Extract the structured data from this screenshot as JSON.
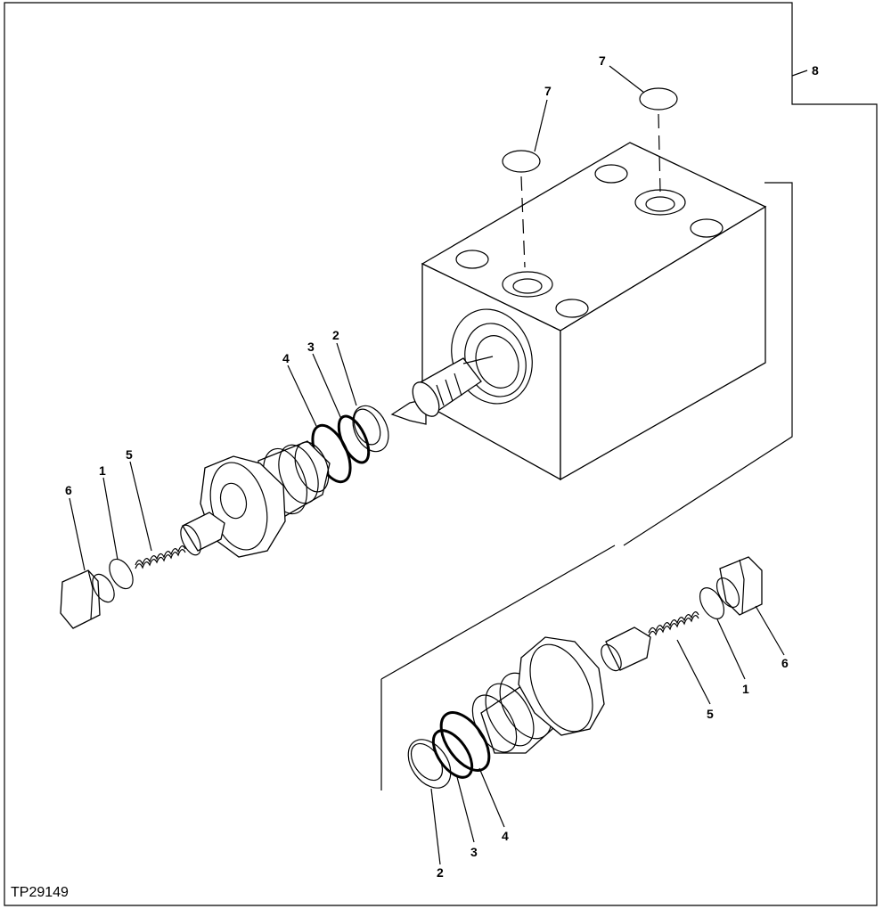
{
  "figure": {
    "reference_code": "TP29149",
    "callouts": {
      "upper_assembly": {
        "c1": "1",
        "c2": "2",
        "c3": "3",
        "c4": "4",
        "c5": "5",
        "c6": "6"
      },
      "lower_assembly": {
        "c1": "1",
        "c2": "2",
        "c3": "3",
        "c4": "4",
        "c5": "5",
        "c6": "6"
      },
      "o_rings": {
        "left": "7",
        "right": "7"
      },
      "housing": "8"
    }
  }
}
